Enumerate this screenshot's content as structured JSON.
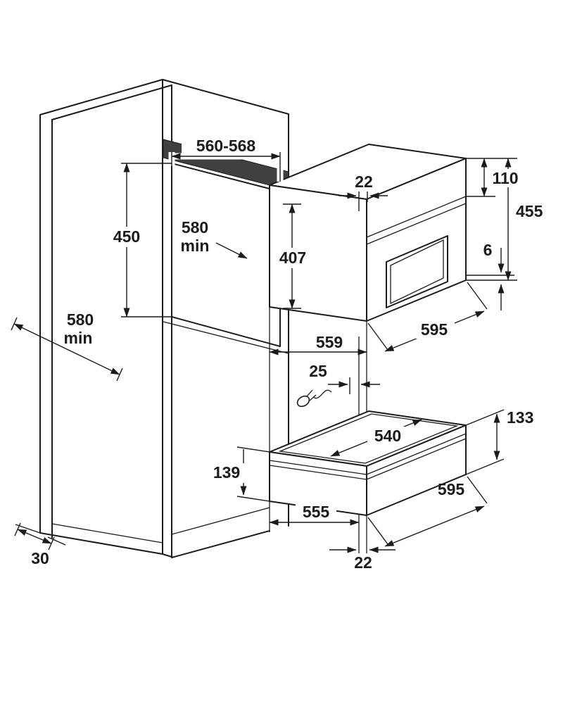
{
  "colors": {
    "line": "#1b1b1b",
    "shade": "#404040",
    "background": "#ffffff"
  },
  "icons": [
    "power-plug-icon"
  ],
  "cabinet": {
    "niche_width": "560-568",
    "niche_height": "450",
    "niche_depth_value": "580",
    "niche_depth_suffix": "min",
    "cabinet_depth_value": "580",
    "cabinet_depth_suffix": "min",
    "plinth_recess": "30"
  },
  "oven": {
    "front_overlap_top": "22",
    "control_panel_height": "110",
    "total_height": "455",
    "body_height": "407",
    "bottom_gap": "6",
    "depth": "559",
    "width": "595"
  },
  "drawer": {
    "rear_gap": "25",
    "inner_width": "540",
    "height_right": "133",
    "height_left": "139",
    "depth": "555",
    "width": "595",
    "front_overlap_bottom": "22"
  }
}
